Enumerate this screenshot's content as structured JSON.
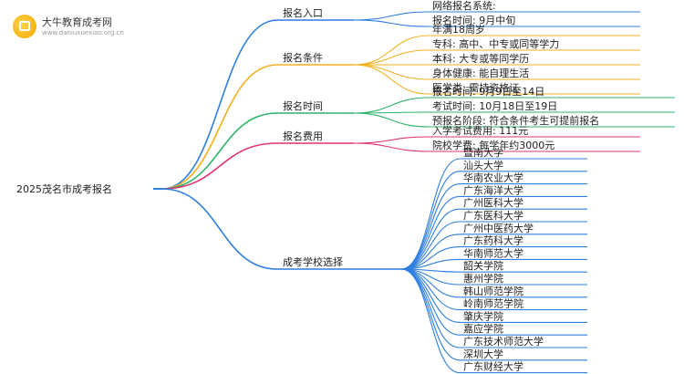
{
  "watermark": {
    "title": "大牛教育成考网",
    "url": "www.daniuxuexiao.org.cn"
  },
  "root": "2025茂名市成考报名",
  "branches": [
    {
      "label": "报名入口",
      "color": "#2f7fe0",
      "items": [
        "网络报名系统:",
        "报名时间: 9月中旬"
      ]
    },
    {
      "label": "报名条件",
      "color": "#f0b020",
      "items": [
        "年满18周岁",
        "专科: 高中、中专或同等学力",
        "本科: 大专或等同学历",
        "身体健康: 能自理生活",
        "医学类: 需持资格证"
      ]
    },
    {
      "label": "报名时间",
      "color": "#2db46a",
      "items": [
        "报名时间: 9月9日至14日",
        "考试时间: 10月18日至19日",
        "预报名阶段: 符合条件考生可提前报名"
      ]
    },
    {
      "label": "报名费用",
      "color": "#e0336e",
      "items": [
        "入学考试费用: 111元",
        "院校学费: 每学年约3000元"
      ]
    },
    {
      "label": "成考学校选择",
      "color": "#2f7fe0",
      "items": [
        "暨南大学",
        "汕头大学",
        "华南农业大学",
        "广东海洋大学",
        "广州医科大学",
        "广东医科大学",
        "广州中医药大学",
        "广东药科大学",
        "华南师范大学",
        "韶关学院",
        "惠州学院",
        "韩山师范学院",
        "岭南师范学院",
        "肇庆学院",
        "嘉应学院",
        "广东技术师范大学",
        "深圳大学",
        "广东财经大学"
      ]
    }
  ]
}
